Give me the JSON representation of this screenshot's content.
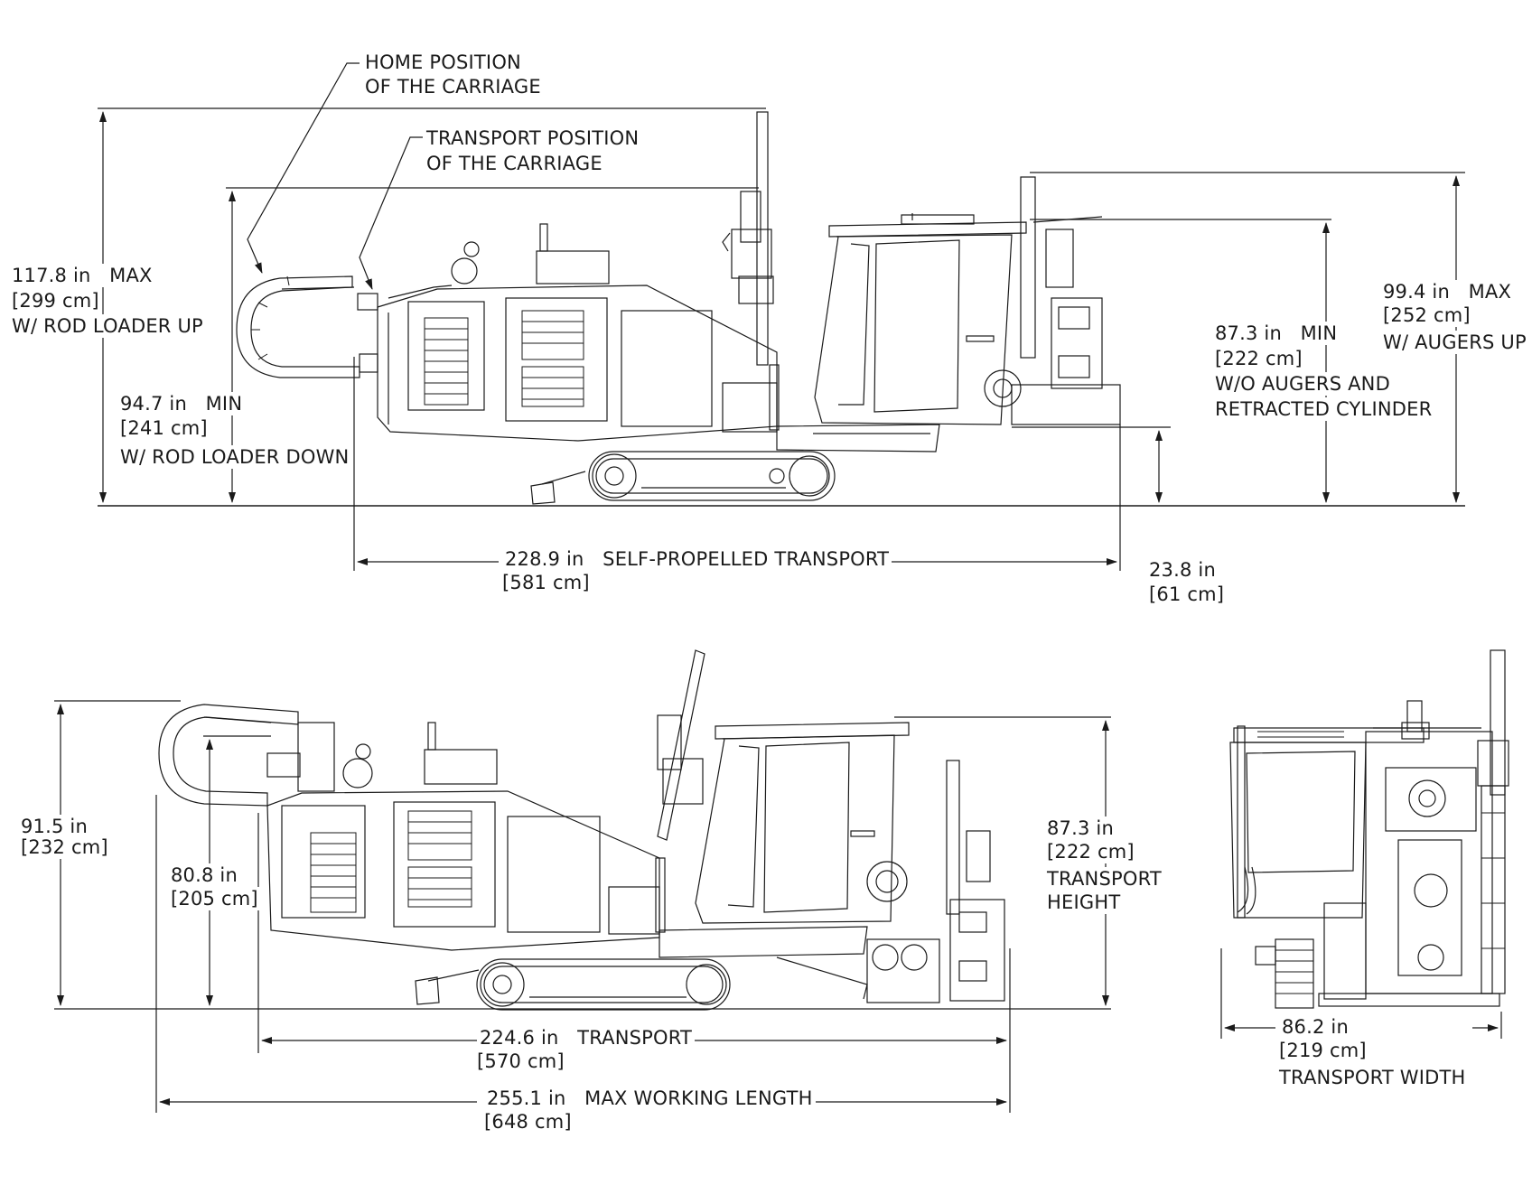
{
  "top_view": {
    "home_position_1": "HOME POSITION",
    "home_position_2": "OF THE CARRIAGE",
    "transport_position_1": "TRANSPORT POSITION",
    "transport_position_2": "OF THE CARRIAGE",
    "max_height_in": "117.8 in   MAX",
    "max_height_cm": "[299 cm]",
    "max_height_note": "W/ ROD LOADER UP",
    "min_height_in": "94.7 in   MIN",
    "min_height_cm": "[241 cm]",
    "min_height_note": "W/ ROD LOADER DOWN",
    "min_augers_in": "87.3 in   MIN",
    "min_augers_cm": "[222 cm]",
    "min_augers_note_1": "W/O AUGERS AND",
    "min_augers_note_2": "RETRACTED CYLINDER",
    "max_augers_in": "99.4 in   MAX",
    "max_augers_cm": "[252 cm]",
    "max_augers_note": "W/ AUGERS UP",
    "length_in": "228.9 in   SELF-PROPELLED TRANSPORT",
    "length_cm": "[581 cm]",
    "clearance_in": "23.8 in",
    "clearance_cm": "[61 cm]"
  },
  "bottom_view": {
    "overall_height_in": "91.5 in",
    "overall_height_cm": "[232 cm]",
    "inner_height_in": "80.8 in",
    "inner_height_cm": "[205 cm]",
    "transport_height_in": "87.3 in",
    "transport_height_cm": "[222 cm]",
    "transport_height_label_1": "TRANSPORT",
    "transport_height_label_2": "HEIGHT",
    "transport_length_in": "224.6 in   TRANSPORT",
    "transport_length_cm": "[570 cm]",
    "working_length_in": "255.1 in   MAX WORKING LENGTH",
    "working_length_cm": "[648 cm]"
  },
  "front_view": {
    "width_in": "86.2 in",
    "width_cm": "[219 cm]",
    "width_label": "TRANSPORT WIDTH"
  },
  "colors": {
    "line": "#1a1a1a",
    "background": "#ffffff"
  }
}
